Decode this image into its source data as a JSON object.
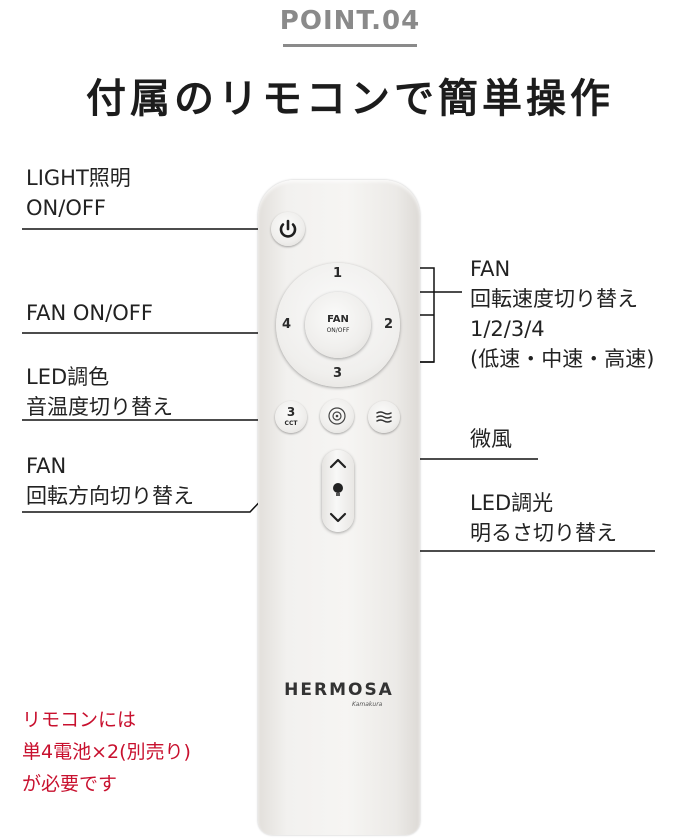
{
  "header": {
    "point": "POINT.04",
    "title": "付属のリモコンで簡単操作"
  },
  "callouts": {
    "light": [
      "LIGHT照明",
      "ON/OFF"
    ],
    "fan_onoff": "FAN ON/OFF",
    "led_color": [
      "LED調色",
      "音温度切り替え"
    ],
    "fan_direction": [
      "FAN",
      "回転方向切り替え"
    ],
    "fan_speed": [
      "FAN",
      "回転速度切り替え",
      "1/2/3/4",
      "(低速・中速・高速)"
    ],
    "breeze": "微風",
    "led_dimming": [
      "LED調光",
      "明るさ切り替え"
    ]
  },
  "remote": {
    "dpad_labels": [
      "1",
      "2",
      "3",
      "4"
    ],
    "center_label": "FAN",
    "center_sub": "ON/OFF",
    "cct_number": "3",
    "cct_label": "CCT",
    "brand": "HERMOSA",
    "brand_sub": "Kamakura"
  },
  "note": [
    "リモコンには",
    "単4電池×2(別売り)",
    "が必要です"
  ],
  "colors": {
    "point_gray": "#8a8a8a",
    "note_red": "#c8102e",
    "line": "#111111"
  }
}
